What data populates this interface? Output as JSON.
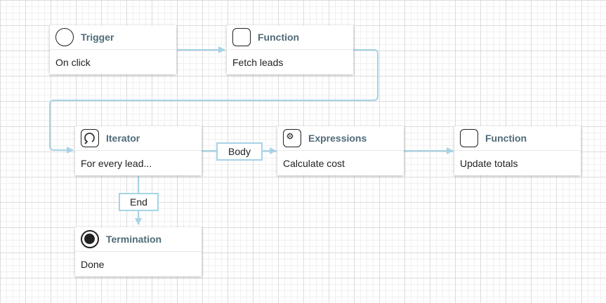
{
  "nodes": {
    "trigger": {
      "title": "Trigger",
      "body": "On click",
      "icon": "trigger-circle-icon"
    },
    "fetch": {
      "title": "Function",
      "body": "Fetch leads",
      "icon": "function-box-icon"
    },
    "iterator": {
      "title": "Iterator",
      "body": "For every lead...",
      "icon": "iterator-loop-icon"
    },
    "expressions": {
      "title": "Expressions",
      "body": "Calculate cost",
      "icon": "expressions-gear-icon"
    },
    "update": {
      "title": "Function",
      "body": "Update totals",
      "icon": "function-box-icon"
    },
    "termination": {
      "title": "Termination",
      "body": "Done",
      "icon": "termination-icon"
    }
  },
  "edges": {
    "body_label": "Body",
    "end_label": "End"
  },
  "colors": {
    "connector": "#a7d3e6",
    "title_text": "#4f6a78"
  }
}
